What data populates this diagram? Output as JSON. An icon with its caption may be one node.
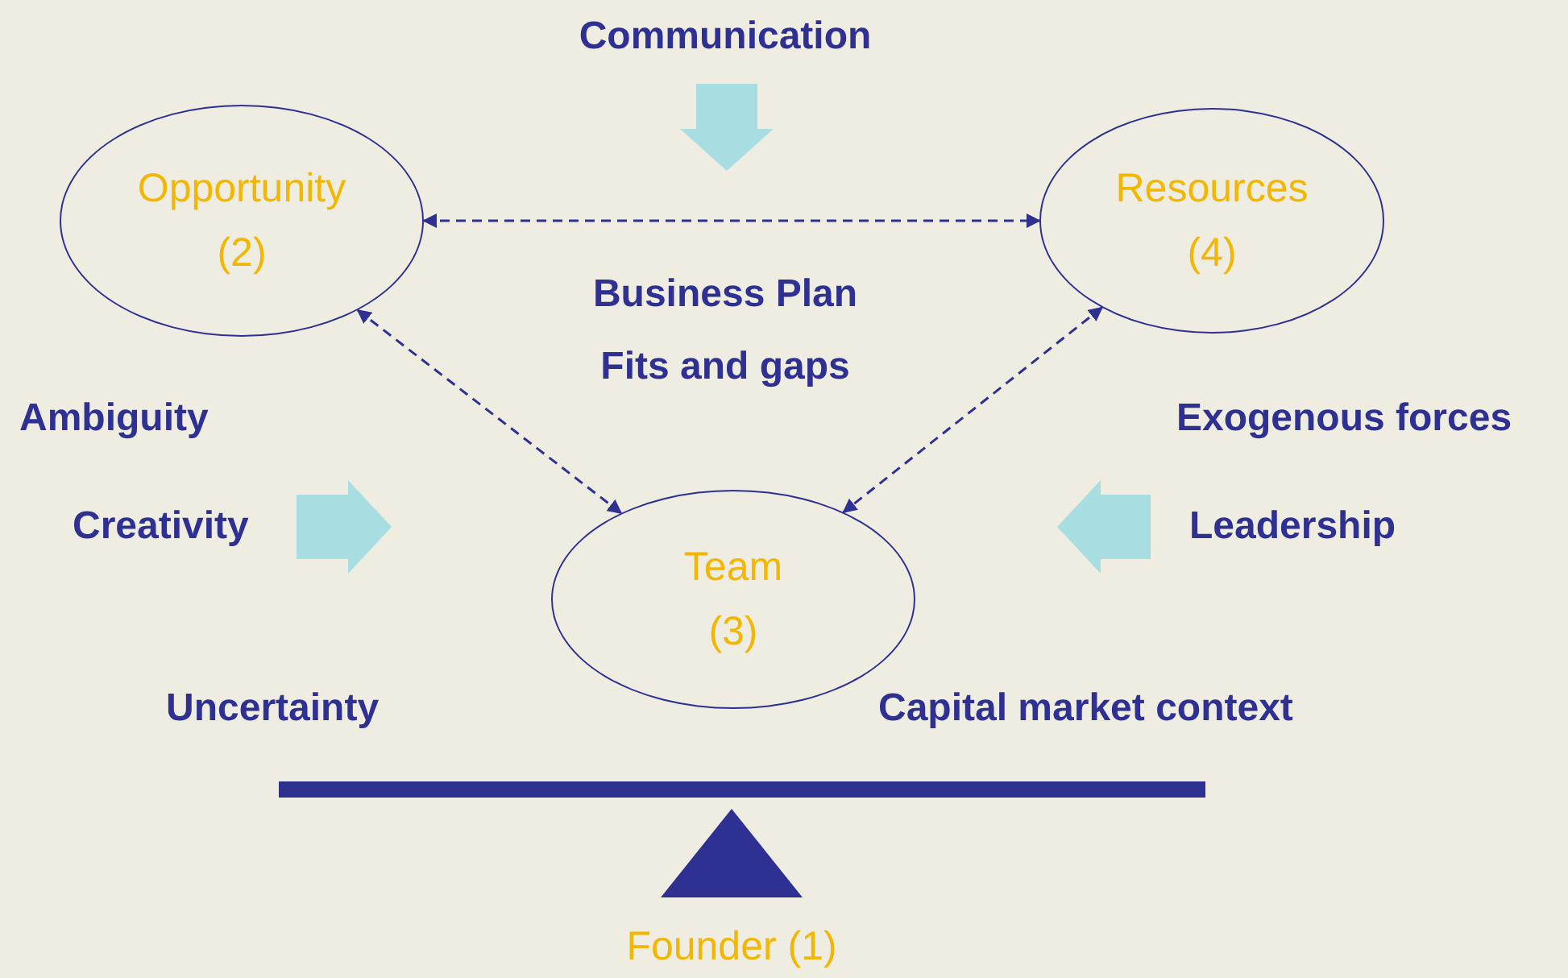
{
  "diagram": {
    "nodes": [
      {
        "text": [
          "Opportunity (2)"
        ]
      },
      {
        "text": [
          "Resources (4)"
        ]
      },
      {
        "text": [
          "Team (3)"
        ]
      }
    ],
    "edges": [
      {
        "from": 0,
        "to": 1,
        "arrow": "both",
        "style": "dashed"
      },
      {
        "from": 0,
        "to": 2,
        "arrow": "both",
        "style": "dashed"
      },
      {
        "from": 1,
        "to": 2,
        "arrow": "both",
        "style": "dashed"
      }
    ],
    "labels": [
      "Communication",
      "Business Plan",
      "Fits and gaps",
      "Ambiguity",
      "Exogenous forces",
      "Creativity",
      "Leadership",
      "Uncertainty",
      "Capital market context",
      "Founder (1)"
    ]
  }
}
